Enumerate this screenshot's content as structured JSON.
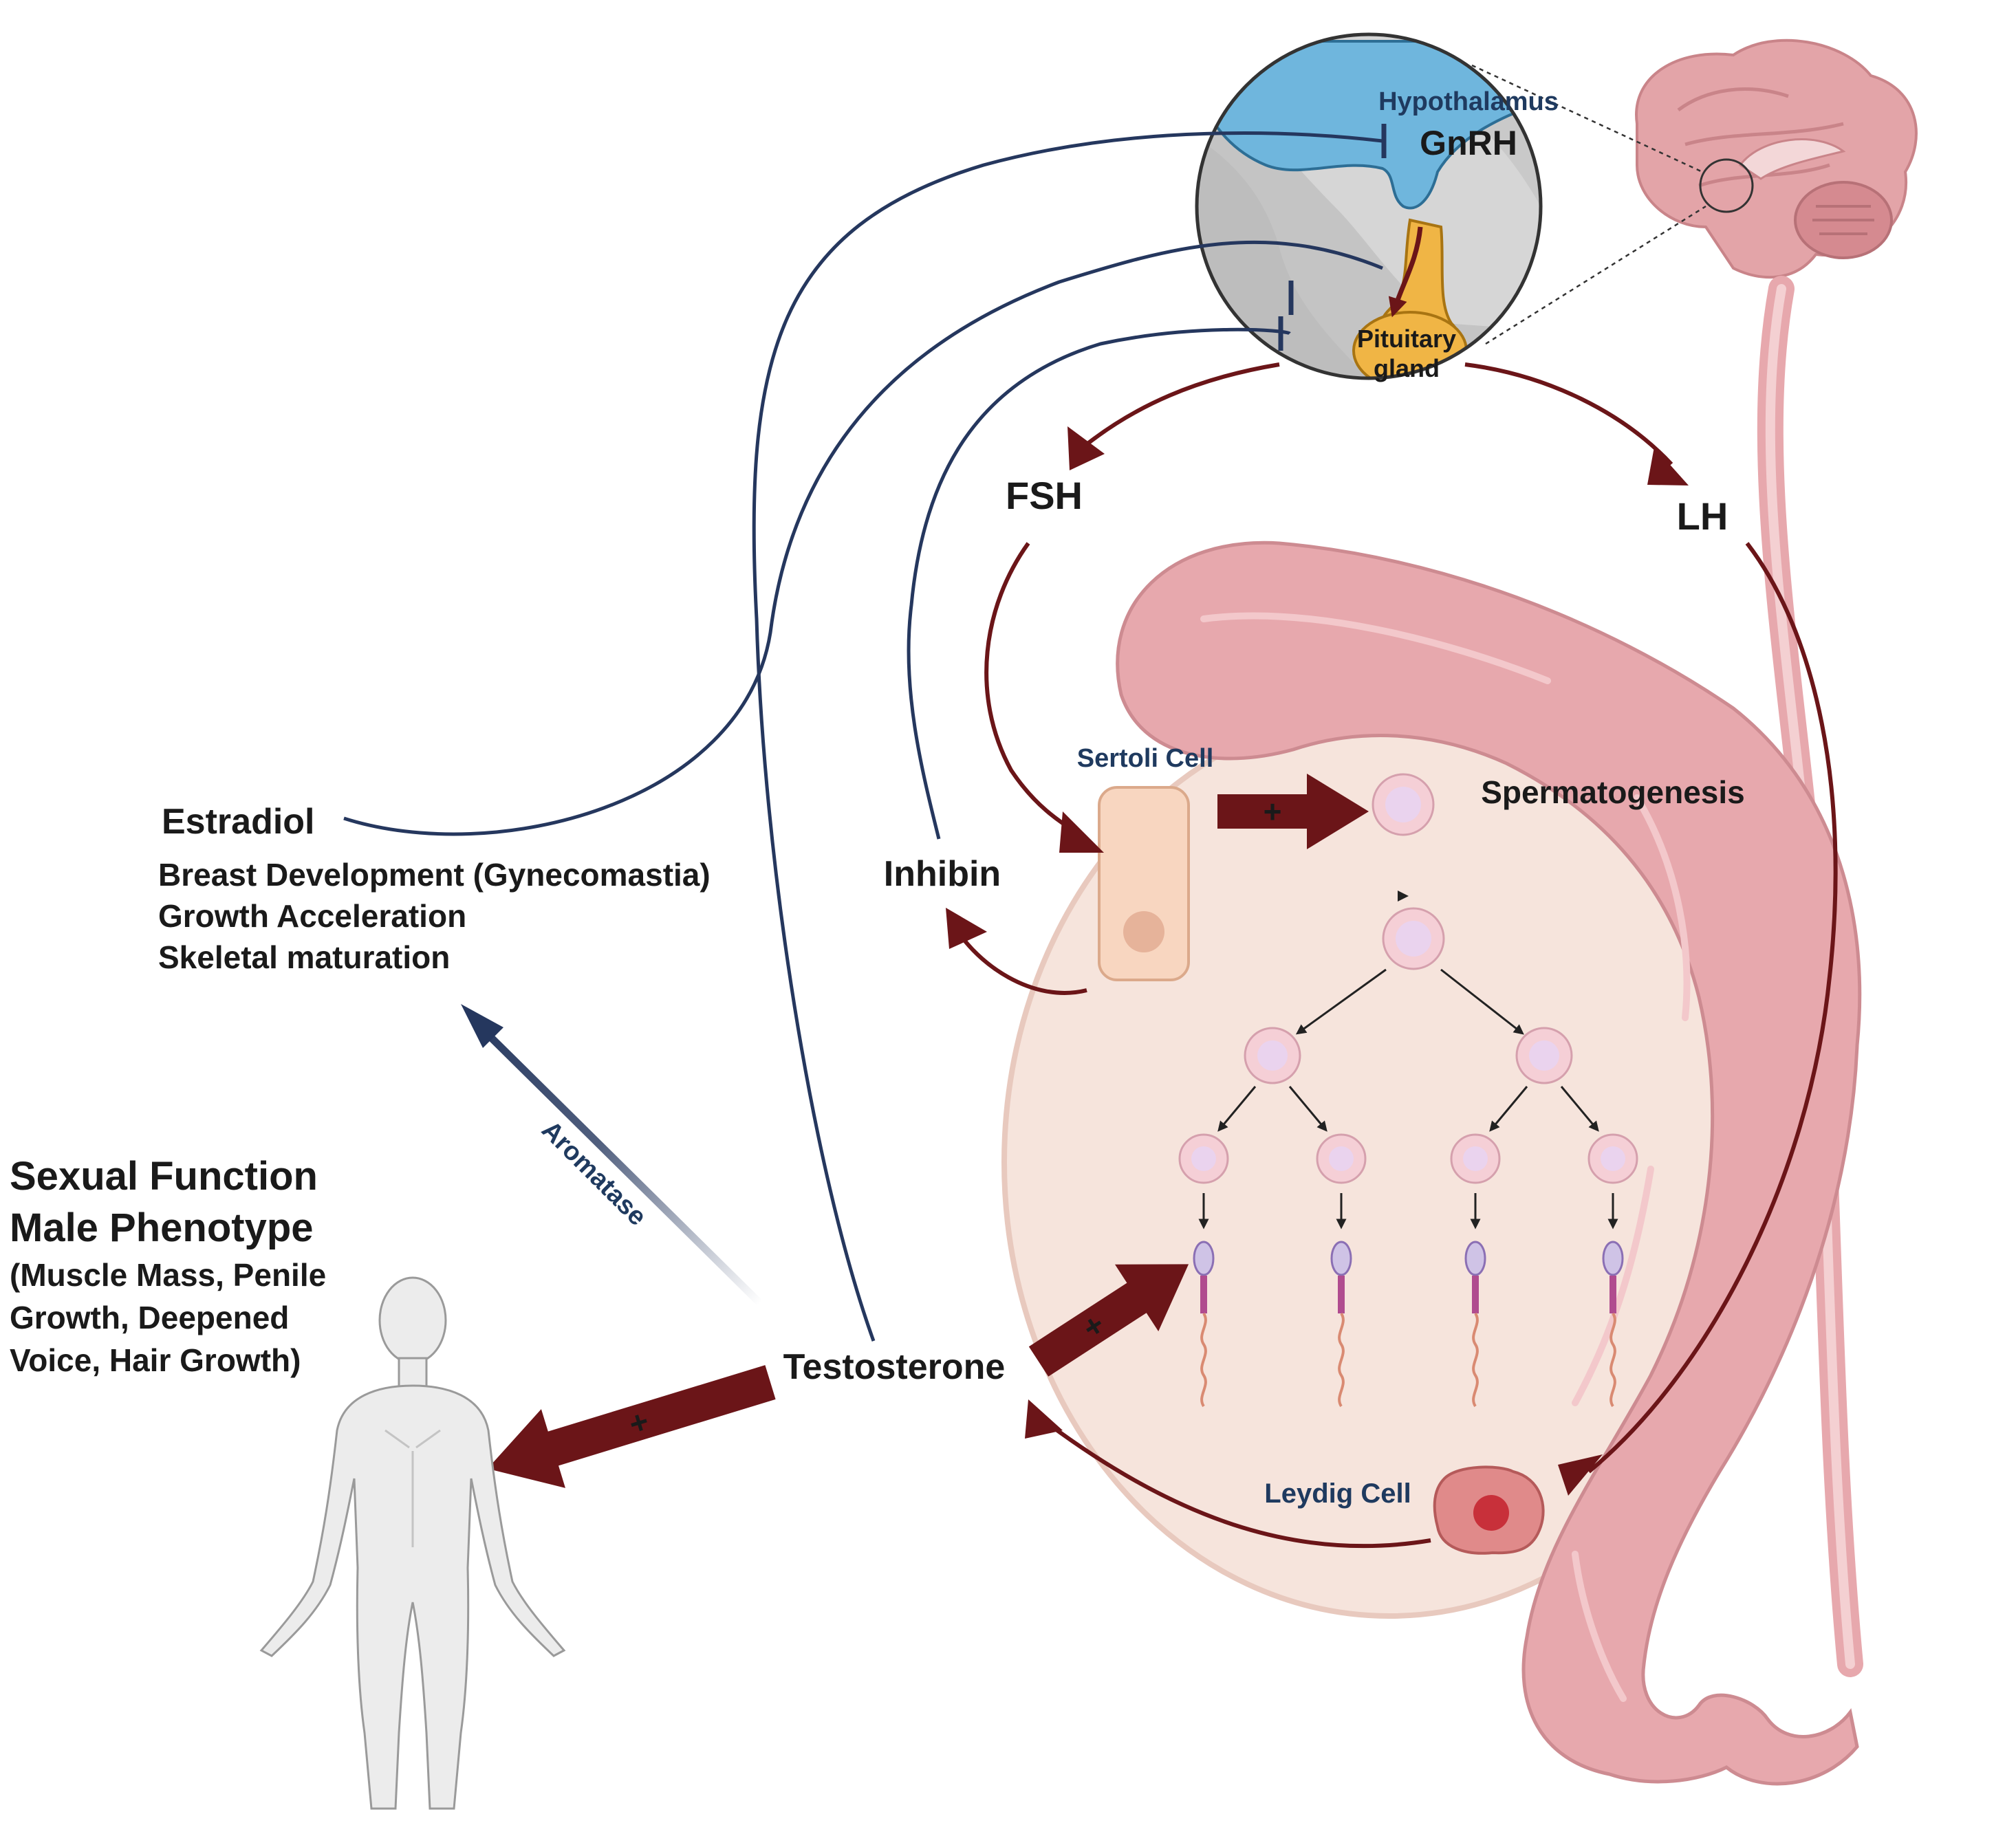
{
  "hypothalamus": {
    "label": "Hypothalamus",
    "hormone": "GnRH"
  },
  "pituitary": {
    "line1": "Pituitary",
    "line2": "gland"
  },
  "hormones": {
    "fsh": "FSH",
    "lh": "LH",
    "inhibin": "Inhibin",
    "testosterone": "Testosterone",
    "estradiol": "Estradiol"
  },
  "cells": {
    "sertoli": "Sertoli Cell",
    "leydig": "Leydig Cell",
    "spermatogenesis": "Spermatogenesis"
  },
  "estradiol_effects": [
    "Breast Development (Gynecomastia)",
    "Growth Acceleration",
    "Skeletal maturation"
  ],
  "testosterone_effects": {
    "line1": "Sexual Function",
    "line2": "Male Phenotype",
    "details": [
      "(Muscle Mass, Penile",
      "Growth, Deepened",
      "Voice, Hair Growth)"
    ]
  },
  "enzyme": "Aromatase",
  "stimulation_symbol": "+",
  "colors": {
    "stimulation": "#6b1518",
    "inhibition": "#25375e",
    "hypothalamus": "#6fb6dd",
    "pituitary": "#f0b545",
    "testis": "#f6e4dc",
    "epididymis": "#e7a8ad",
    "brain": "#e3a4a8"
  }
}
